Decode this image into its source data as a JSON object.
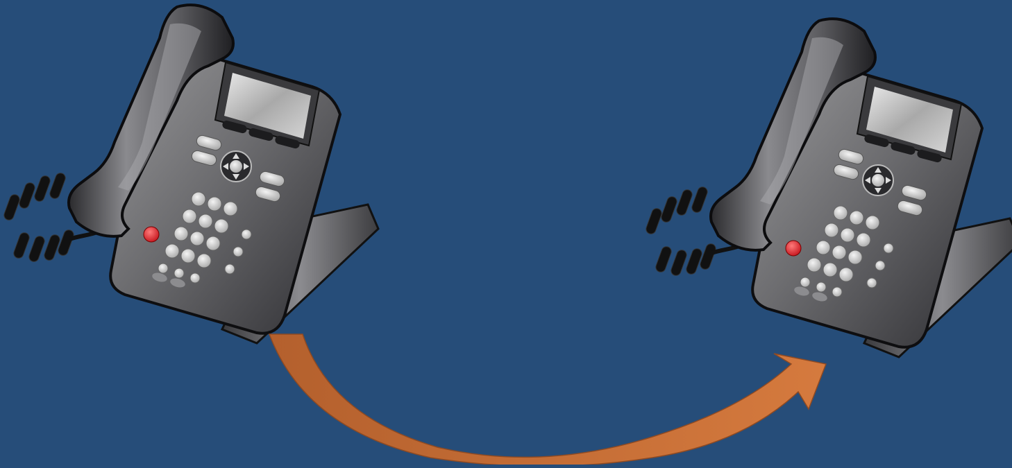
{
  "scene": {
    "background_color": "#264d79",
    "arrow_color": "#d57a3e",
    "arrow_dark_color": "#b4602d",
    "phones": [
      {
        "name": "caller-phone",
        "icon": "desk-phone-icon"
      },
      {
        "name": "receiver-phone",
        "icon": "desk-phone-icon"
      }
    ],
    "arrow": {
      "icon": "curved-arrow-icon",
      "direction": "left-to-right"
    }
  }
}
